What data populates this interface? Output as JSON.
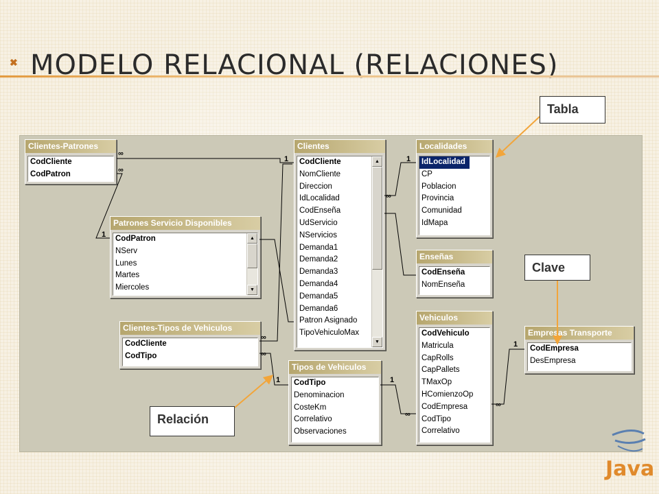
{
  "slide": {
    "title": "Modelo relacional (relaciones)",
    "title_mark": "✖"
  },
  "callouts": {
    "tabla": "Tabla",
    "clave": "Clave",
    "relacion": "Relación"
  },
  "tables": {
    "clientes_patrones": {
      "title": "Clientes-Patrones",
      "fields": [
        "CodCliente",
        "CodPatron"
      ]
    },
    "patrones_servicio": {
      "title": "Patrones Servicio Disponibles",
      "fields": [
        "CodPatron",
        "NServ",
        "Lunes",
        "Martes",
        "Miercoles"
      ]
    },
    "clientes_tipos": {
      "title": "Clientes-Tipos de Vehiculos",
      "fields": [
        "CodCliente",
        "CodTipo"
      ]
    },
    "clientes": {
      "title": "Clientes",
      "fields": [
        "CodCliente",
        "NomCliente",
        "Direccion",
        "IdLocalidad",
        "CodEnseña",
        "UdServicio",
        "NServicios",
        "Demanda1",
        "Demanda2",
        "Demanda3",
        "Demanda4",
        "Demanda5",
        "Demanda6",
        "Patron Asignado",
        "TipoVehiculoMax"
      ]
    },
    "localidades": {
      "title": "Localidades",
      "fields": [
        "IdLocalidad",
        "CP",
        "Poblacion",
        "Provincia",
        "Comunidad",
        "IdMapa"
      ]
    },
    "ensenas": {
      "title": "Enseñas",
      "fields": [
        "CodEnseña",
        "NomEnseña"
      ]
    },
    "vehiculos": {
      "title": "Vehiculos",
      "fields": [
        "CodVehiculo",
        "Matricula",
        "CapRolls",
        "CapPallets",
        "TMaxOp",
        "HComienzoOp",
        "CodEmpresa",
        "CodTipo",
        "Correlativo"
      ]
    },
    "tipos_vehiculos": {
      "title": "Tipos de Vehiculos",
      "fields": [
        "CodTipo",
        "Denominacion",
        "CosteKm",
        "Correlativo",
        "Observaciones"
      ]
    },
    "empresas": {
      "title": "Empresas Transporte",
      "fields": [
        "CodEmpresa",
        "DesEmpresa"
      ]
    }
  },
  "relations": {
    "one": "1",
    "many": "∞"
  },
  "logo": {
    "text": "Java"
  },
  "colors": {
    "accent": "#e39a3f",
    "canvas": "#ccc9b7",
    "title_bar": "#b6a66e",
    "selection": "#0a246a"
  }
}
